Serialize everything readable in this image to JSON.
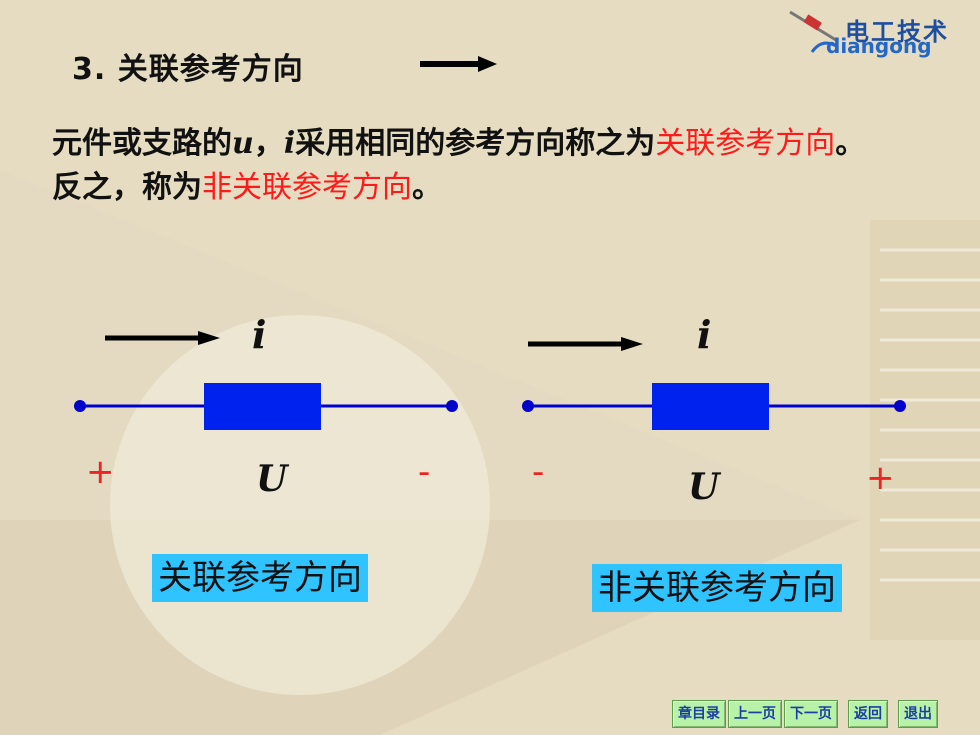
{
  "slide": {
    "title": "3. 关联参考方向",
    "body": {
      "p1": "元件或支路的",
      "u": "u",
      "comma": "，",
      "i": "i",
      "p2": "采用相同的参考方向称之为",
      "red1": "关联参考方向",
      "p3": "。反之，称为",
      "red2": "非关联参考方向",
      "p4": "。"
    }
  },
  "logo": {
    "cn": "电工技术",
    "en": "diangong"
  },
  "diagrams": [
    {
      "current": "i",
      "voltage": "U",
      "left_sign": "+",
      "right_sign": "-",
      "caption": "关联参考方向"
    },
    {
      "current": "i",
      "voltage": "U",
      "left_sign": "-",
      "right_sign": "+",
      "caption": "非关联参考方向"
    }
  ],
  "nav": [
    "章目录",
    "上一页",
    "下一页",
    "返回",
    "退出"
  ],
  "colors": {
    "wire": "#0000cc",
    "resistor": "#0022ee",
    "label_bg": "#2fc4ff",
    "highlight": "#ff1a1a"
  }
}
